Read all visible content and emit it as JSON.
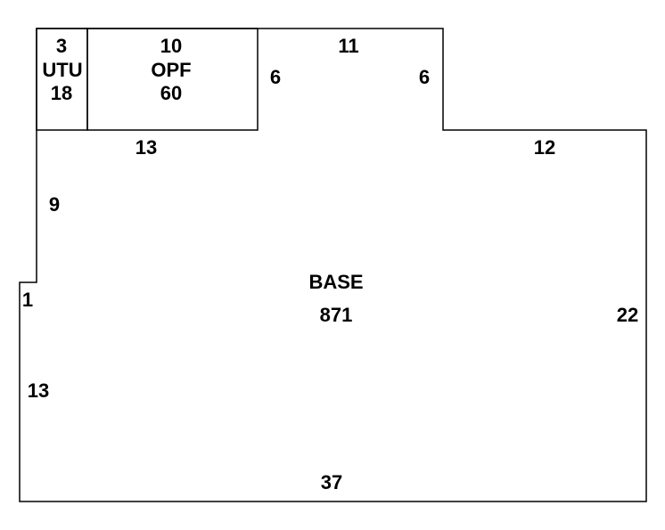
{
  "utu": {
    "top": "3",
    "name": "UTU",
    "area": "18"
  },
  "opf": {
    "top": "10",
    "name": "OPF",
    "area": "60"
  },
  "base": {
    "name": "BASE",
    "area": "871"
  },
  "dimensions": {
    "top_notch": "11",
    "notch_left": "6",
    "notch_right": "6",
    "upper_left": "13",
    "upper_right": "12",
    "left_upper": "9",
    "left_jog": "1",
    "left_lower": "13",
    "right": "22",
    "bottom": "37"
  }
}
